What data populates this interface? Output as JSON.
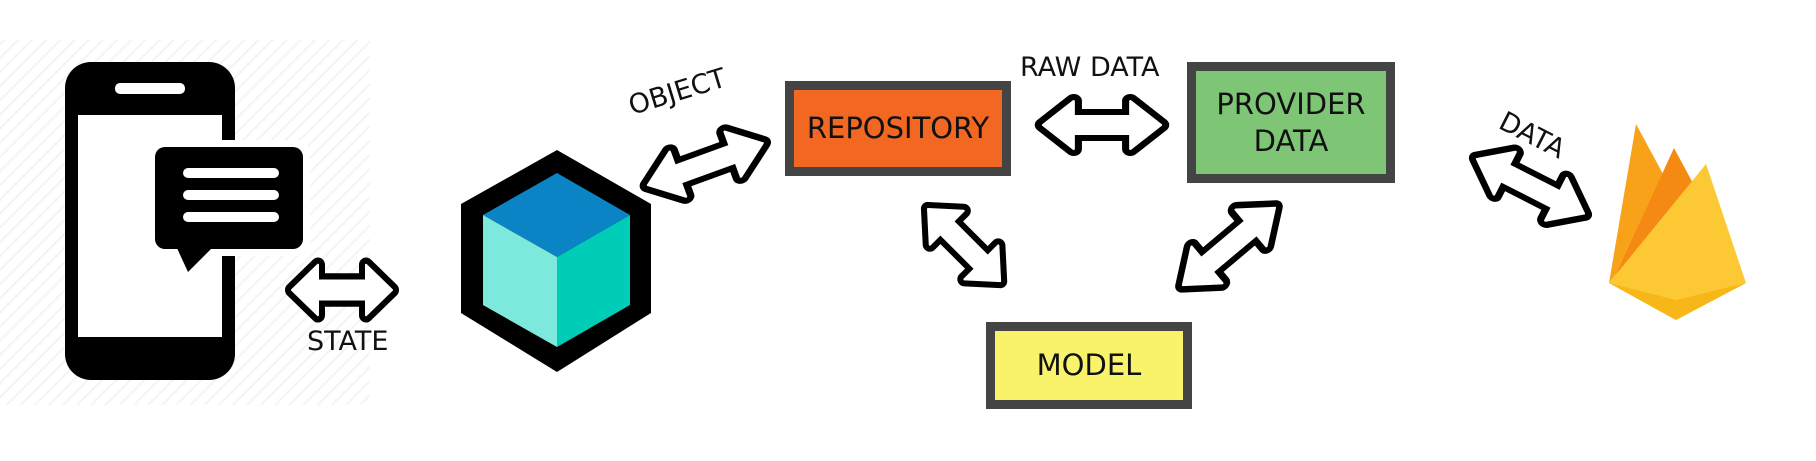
{
  "diagram": {
    "nodes": {
      "repository": "REPOSITORY",
      "provider_line1": "PROVIDER",
      "provider_line2": "DATA",
      "model": "MODEL"
    },
    "edges": {
      "state": "STATE",
      "object": "OBJECT",
      "raw_data": "RAW DATA",
      "data": "DATA"
    },
    "icons": [
      "phone-icon",
      "chat-bubble-icon",
      "cube-icon",
      "firebase-icon"
    ],
    "colors": {
      "repository": "#f26722",
      "provider": "#7ec576",
      "model": "#f9f36b",
      "border": "#444444",
      "cube_top": "#0b84c6",
      "cube_left": "#7de8dc",
      "cube_right": "#00cdb8",
      "firebase_orange": "#f8a21a",
      "firebase_yellow": "#fcc934"
    }
  }
}
